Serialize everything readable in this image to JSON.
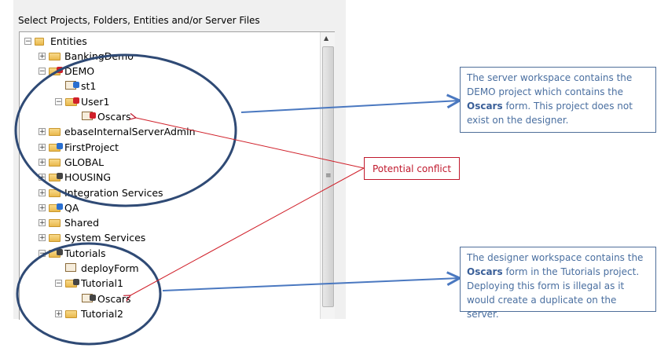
{
  "panel": {
    "title": "Select Projects, Folders, Entities and/or Server Files"
  },
  "tree": [
    {
      "label": "Entities",
      "level": 0,
      "expander": "minus",
      "icon": "entities"
    },
    {
      "label": "BankingDemo",
      "level": 1,
      "expander": "plus",
      "icon": "folder"
    },
    {
      "label": "DEMO",
      "level": 1,
      "expander": "minus",
      "icon": "folder",
      "badge": "#d0202a"
    },
    {
      "label": "st1",
      "level": 2,
      "expander": "",
      "icon": "form",
      "badge": "#2a6fd0"
    },
    {
      "label": "User1",
      "level": 2,
      "expander": "minus",
      "icon": "folder",
      "badge": "#d0202a"
    },
    {
      "label": "Oscars",
      "level": 3,
      "expander": "",
      "icon": "form",
      "badge": "#d0202a"
    },
    {
      "label": "ebaseInternalServerAdmin",
      "level": 1,
      "expander": "plus",
      "icon": "folder"
    },
    {
      "label": "FirstProject",
      "level": 1,
      "expander": "plus",
      "icon": "folder",
      "badge": "#2a6fd0"
    },
    {
      "label": "GLOBAL",
      "level": 1,
      "expander": "plus",
      "icon": "folder"
    },
    {
      "label": "HOUSING",
      "level": 1,
      "expander": "plus",
      "icon": "folder",
      "badge": "#444444"
    },
    {
      "label": "Integration Services",
      "level": 1,
      "expander": "plus",
      "icon": "folder"
    },
    {
      "label": "QA",
      "level": 1,
      "expander": "plus",
      "icon": "folder",
      "badge": "#2a6fd0"
    },
    {
      "label": "Shared",
      "level": 1,
      "expander": "plus",
      "icon": "folder"
    },
    {
      "label": "System Services",
      "level": 1,
      "expander": "plus",
      "icon": "folder"
    },
    {
      "label": "Tutorials",
      "level": 1,
      "expander": "minus",
      "icon": "folder",
      "badge": "#444444"
    },
    {
      "label": "deployForm",
      "level": 2,
      "expander": "",
      "icon": "form"
    },
    {
      "label": "Tutorial1",
      "level": 2,
      "expander": "minus",
      "icon": "folder",
      "badge": "#444444"
    },
    {
      "label": "Oscars",
      "level": 3,
      "expander": "",
      "icon": "form",
      "badge": "#444444"
    },
    {
      "label": "Tutorial2",
      "level": 2,
      "expander": "plus",
      "icon": "folder"
    }
  ],
  "annotations": {
    "server_callout": {
      "pre": "The server workspace contains the DEMO project which contains the ",
      "bold": "Oscars",
      "post": " form. This project does not exist on the designer."
    },
    "designer_callout": {
      "pre": "The designer workspace contains the ",
      "bold": "Oscars",
      "post": " form in the Tutorials project. Deploying this form is illegal as it would create a duplicate on the server."
    },
    "conflict_label": "Potential conflict"
  },
  "colors": {
    "callout": "#4a6fa0",
    "ellipse": "#2f4a75",
    "conflict": "#c0192d",
    "arrow": "#4a78c0"
  }
}
